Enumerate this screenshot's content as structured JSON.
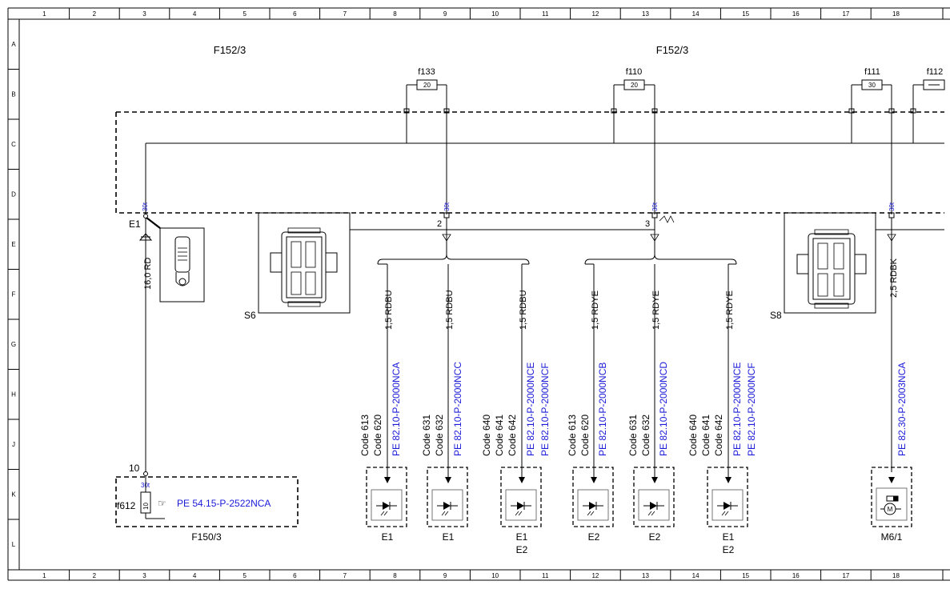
{
  "grid": {
    "columns": [
      "1",
      "2",
      "3",
      "4",
      "5",
      "6",
      "7",
      "8",
      "9",
      "10",
      "11",
      "12",
      "13",
      "14",
      "15",
      "16",
      "17",
      "18"
    ],
    "rows": [
      "A",
      "B",
      "C",
      "D",
      "E",
      "F",
      "G",
      "H",
      "J",
      "K",
      "L"
    ]
  },
  "modules": {
    "f152_left": "F152/3",
    "f152_right": "F152/3",
    "f150": "F150/3"
  },
  "fuses": [
    {
      "name": "f133",
      "rating": "20"
    },
    {
      "name": "f110",
      "rating": "20"
    },
    {
      "name": "f111",
      "rating": "30"
    },
    {
      "name": "f112",
      "rating": ""
    }
  ],
  "pins": {
    "term_30t": "30t",
    "pin_2": "2",
    "pin_3": "3",
    "pin_10": "10",
    "e1_label": "E1"
  },
  "wires": {
    "rd": "16,0 RD",
    "rdbu": "1,5 RDBU",
    "rdye": "1,5 RDYE",
    "rdbk": "2,5 RDBK"
  },
  "switches": {
    "s6": "S6",
    "s8": "S8"
  },
  "f612": {
    "label": "f612",
    "ref": "PE 54.15-P-2522NCA"
  },
  "branches": [
    {
      "codes": [
        "Code 613",
        "Code 620"
      ],
      "refs": [
        "PE 82.10-P-2000NCA"
      ],
      "devices": [
        "E1"
      ]
    },
    {
      "codes": [
        "Code 631",
        "Code 632"
      ],
      "refs": [
        "PE 82.10-P-2000NCC"
      ],
      "devices": [
        "E1"
      ]
    },
    {
      "codes": [
        "Code 640",
        "Code 641",
        "Code 642"
      ],
      "refs": [
        "PE 82.10-P-2000NCE",
        "PE 82.10-P-2000NCF"
      ],
      "devices": [
        "E1",
        "E2"
      ]
    },
    {
      "codes": [
        "Code 613",
        "Code 620"
      ],
      "refs": [
        "PE 82.10-P-2000NCB"
      ],
      "devices": [
        "E2"
      ]
    },
    {
      "codes": [
        "Code 631",
        "Code 632"
      ],
      "refs": [
        "PE 82.10-P-2000NCD"
      ],
      "devices": [
        "E2"
      ]
    },
    {
      "codes": [
        "Code 640",
        "Code 641",
        "Code 642"
      ],
      "refs": [
        "PE 82.10-P-2000NCE",
        "PE 82.10-P-2000NCF"
      ],
      "devices": [
        "E1",
        "E2"
      ]
    },
    {
      "codes": [],
      "refs": [
        "PE 82.30-P-2003NCA"
      ],
      "devices": [
        "M6/1"
      ]
    }
  ]
}
